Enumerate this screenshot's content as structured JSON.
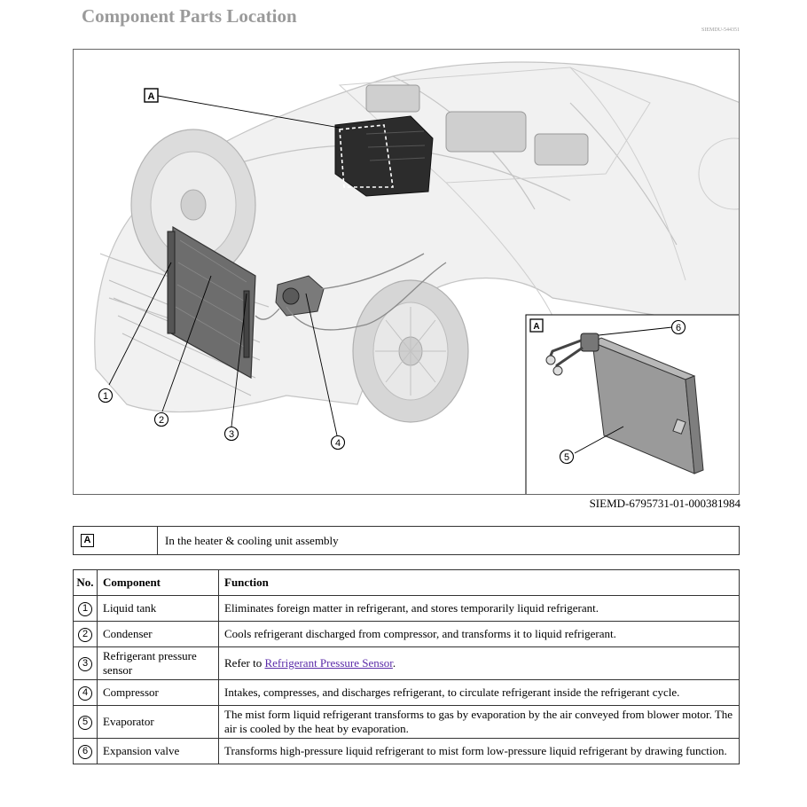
{
  "header": {
    "title": "Component Parts Location",
    "doc_code": "SIEMDU-544351"
  },
  "figure": {
    "id": "SIEMD-6795731-01-000381984",
    "callouts": {
      "main_view": "A",
      "inset_view": "A",
      "c1": "1",
      "c2": "2",
      "c3": "3",
      "c4": "4",
      "c5": "5",
      "c6": "6"
    }
  },
  "legend": {
    "key": "A",
    "text": "In the heater & cooling unit assembly"
  },
  "table": {
    "headers": {
      "no": "No.",
      "component": "Component",
      "function": "Function"
    },
    "rows": [
      {
        "no": "1",
        "component": "Liquid tank",
        "function": "Eliminates foreign matter in refrigerant, and stores temporarily liquid refrigerant."
      },
      {
        "no": "2",
        "component": "Condenser",
        "function": "Cools refrigerant discharged from compressor, and transforms it to liquid refrigerant."
      },
      {
        "no": "3",
        "component": "Refrigerant pressure sensor",
        "function_prefix": "Refer to ",
        "function_link": "Refrigerant Pressure Sensor",
        "function_suffix": "."
      },
      {
        "no": "4",
        "component": "Compressor",
        "function": "Intakes, compresses, and discharges refrigerant, to circulate refrigerant inside the refrigerant cycle."
      },
      {
        "no": "5",
        "component": "Evaporator",
        "function": "The mist form liquid refrigerant transforms to gas by evaporation by the air conveyed from blower motor. The air is cooled by the heat by evaporation."
      },
      {
        "no": "6",
        "component": "Expansion valve",
        "function": "Transforms high-pressure liquid refrigerant to mist form low-pressure liquid refrigerant by drawing function."
      }
    ]
  }
}
